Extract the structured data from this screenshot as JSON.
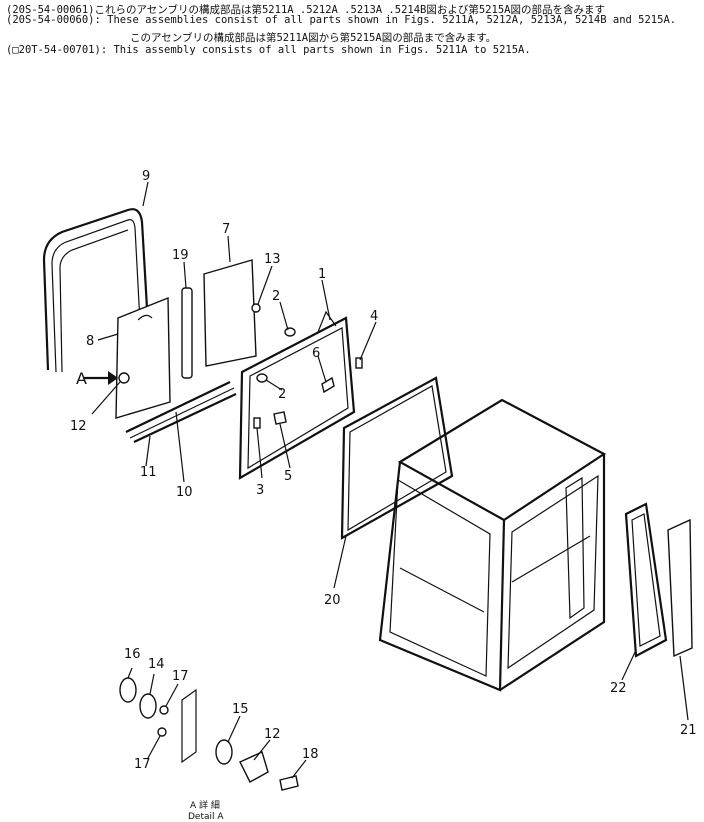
{
  "header": {
    "lines": [
      {
        "code": "(20S-54-00061)",
        "text": "これらのアセンブリの構成部品は第5211A .5212A .5213A .5214B図および第5215A図の部品を含みます"
      },
      {
        "code": "(20S-54-00060)",
        "text": ": These assemblies consist of all parts shown in Figs. 5211A, 5212A, 5213A, 5214B and 5215A."
      },
      {
        "code": "",
        "text": "このアセンブリの構成部品は第5211A図から第5215A図の部品まで含みます。"
      },
      {
        "code": "(□20T-54-00701)",
        "text": ": This assembly consists of all parts shown in Figs. 5211A to 5215A."
      }
    ]
  },
  "callouts": {
    "n1": "1",
    "n2a": "2",
    "n2b": "2",
    "n3": "3",
    "n4": "4",
    "n5": "5",
    "n6": "6",
    "n7": "7",
    "n8": "8",
    "n9": "9",
    "n10": "10",
    "n11": "11",
    "n12a": "12",
    "n12b": "12",
    "n13": "13",
    "n14": "14",
    "n15": "15",
    "n16": "16",
    "n17a": "17",
    "n17b": "17",
    "n18": "18",
    "n19": "19",
    "n20": "20",
    "n21": "21",
    "n22": "22"
  },
  "arrow_label": "A",
  "detail": {
    "jp": "A 詳 細",
    "en": "Detail A"
  }
}
